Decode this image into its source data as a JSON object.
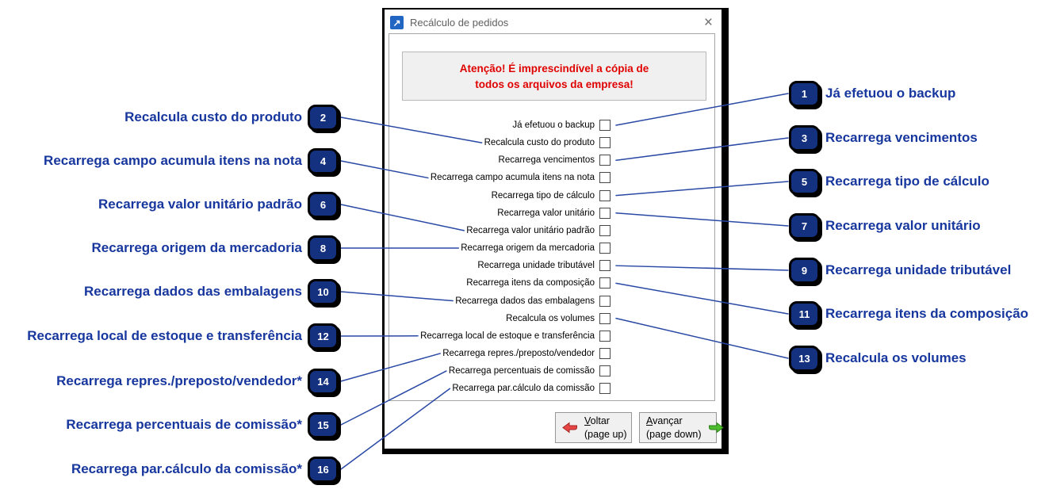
{
  "window": {
    "title": "Recálculo de pedidos",
    "icons": {
      "app": "↗",
      "close": "×"
    },
    "warning_line1": "Atenção! É imprescindível a cópia de",
    "warning_line2": "todos os arquivos da empresa!",
    "checkboxes": [
      {
        "label": "Já efetuou o backup",
        "checked": false
      },
      {
        "label": "Recalcula custo do produto",
        "checked": false
      },
      {
        "label": "Recarrega vencimentos",
        "checked": false
      },
      {
        "label": "Recarrega campo acumula itens na nota",
        "checked": false
      },
      {
        "label": "Recarrega tipo de cálculo",
        "checked": false
      },
      {
        "label": "Recarrega valor unitário",
        "checked": false
      },
      {
        "label": "Recarrega valor unitário padrão",
        "checked": false
      },
      {
        "label": "Recarrega origem da mercadoria",
        "checked": false
      },
      {
        "label": "Recarrega unidade tributável",
        "checked": false
      },
      {
        "label": "Recarrega itens da composição",
        "checked": false
      },
      {
        "label": "Recarrega dados das embalagens",
        "checked": false
      },
      {
        "label": "Recalcula os volumes",
        "checked": false
      },
      {
        "label": "Recarrega local de estoque e transferência",
        "checked": false
      },
      {
        "label": "Recarrega repres./preposto/vendedor",
        "checked": false
      },
      {
        "label": "Recarrega percentuais de comissão",
        "checked": false
      },
      {
        "label": "Recarrega par.cálculo da comissão",
        "checked": false
      }
    ],
    "buttons": {
      "back": {
        "label": "Voltar",
        "sub": "(page up)"
      },
      "forward": {
        "label": "Avançar",
        "sub": "(page down)"
      }
    }
  },
  "annotations": {
    "left": [
      {
        "num": "2",
        "label": "Recalcula custo do produto",
        "target": 1
      },
      {
        "num": "4",
        "label": "Recarrega campo acumula itens na nota",
        "target": 3
      },
      {
        "num": "6",
        "label": "Recarrega valor unitário padrão",
        "target": 6
      },
      {
        "num": "8",
        "label": "Recarrega origem da mercadoria",
        "target": 7
      },
      {
        "num": "10",
        "label": "Recarrega dados das embalagens",
        "target": 10
      },
      {
        "num": "12",
        "label": "Recarrega local de estoque e transferência",
        "target": 12
      },
      {
        "num": "14",
        "label": "Recarrega repres./preposto/vendedor*",
        "target": 13
      },
      {
        "num": "15",
        "label": "Recarrega percentuais de comissão*",
        "target": 14
      },
      {
        "num": "16",
        "label": "Recarrega par.cálculo da comissão*",
        "target": 15
      }
    ],
    "right": [
      {
        "num": "1",
        "label": "Já efetuou o backup",
        "target": 0
      },
      {
        "num": "3",
        "label": "Recarrega vencimentos",
        "target": 2
      },
      {
        "num": "5",
        "label": "Recarrega tipo de cálculo",
        "target": 4
      },
      {
        "num": "7",
        "label": "Recarrega valor unitário",
        "target": 5
      },
      {
        "num": "9",
        "label": "Recarrega unidade tributável",
        "target": 8
      },
      {
        "num": "11",
        "label": "Recarrega itens da composição",
        "target": 9
      },
      {
        "num": "13",
        "label": "Recalcula os volumes",
        "target": 11
      }
    ]
  },
  "colors": {
    "annotation_text": "#17379e",
    "badge_fill": "#14317f",
    "connector_line": "#2a49a5",
    "warning_text": "#e00000",
    "back_arrow_red": "#e84545",
    "forward_arrow_green": "#4cbe2e"
  }
}
